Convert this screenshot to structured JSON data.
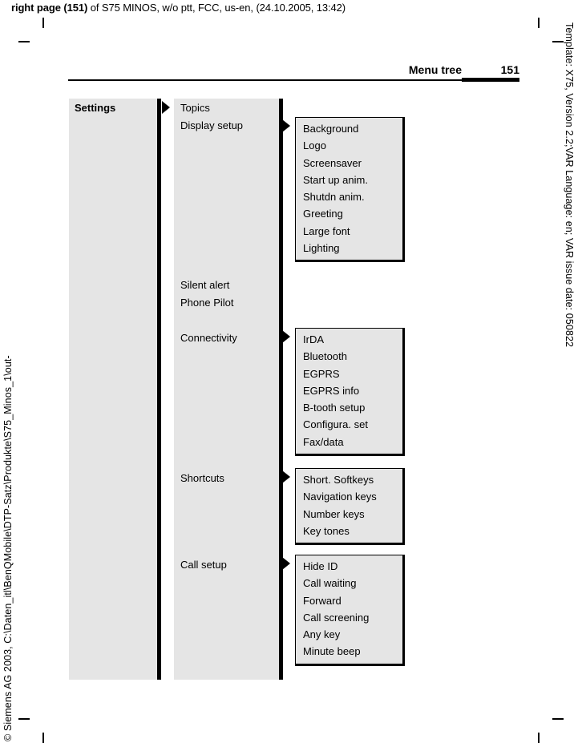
{
  "page": {
    "top_line_bold": "right page (151)",
    "top_line_rest": " of S75 MINOS, w/o ptt, FCC, us-en, (24.10.2005, 13:42)",
    "left_margin_text": "© Siemens AG 2003, C:\\Daten_itl\\BenQMobile\\DTP-Satz\\Produkte\\S75_Minos_1\\out-",
    "right_margin_text": "Template: X75, Version 2.2;VAR Language: en; VAR issue date: 050822",
    "header": {
      "title": "Menu tree",
      "page_number": "151"
    }
  },
  "colors": {
    "box_bg": "#e5e5e5",
    "line": "#000000"
  },
  "menu_tree": {
    "root": {
      "label": "Settings"
    },
    "level2_items": [
      {
        "label": "Topics"
      },
      {
        "label": "Display setup"
      },
      {
        "label": "Silent alert"
      },
      {
        "label": "Phone Pilot"
      },
      {
        "label": "Connectivity"
      },
      {
        "label": "Shortcuts"
      },
      {
        "label": "Call setup"
      }
    ],
    "submenus": [
      {
        "parent": "Display setup",
        "items": [
          "Background",
          "Logo",
          "Screensaver",
          "Start up anim.",
          "Shutdn anim.",
          "Greeting",
          "Large font",
          "Lighting"
        ]
      },
      {
        "parent": "Connectivity",
        "items": [
          "IrDA",
          "Bluetooth",
          "EGPRS",
          "EGPRS info",
          "B-tooth setup",
          "Configura. set",
          "Fax/data"
        ]
      },
      {
        "parent": "Shortcuts",
        "items": [
          "Short. Softkeys",
          "Navigation keys",
          "Number keys",
          "Key tones"
        ]
      },
      {
        "parent": "Call setup",
        "items": [
          "Hide ID",
          "Call waiting",
          "Forward",
          "Call screening",
          "Any key",
          "Minute beep"
        ]
      }
    ]
  }
}
